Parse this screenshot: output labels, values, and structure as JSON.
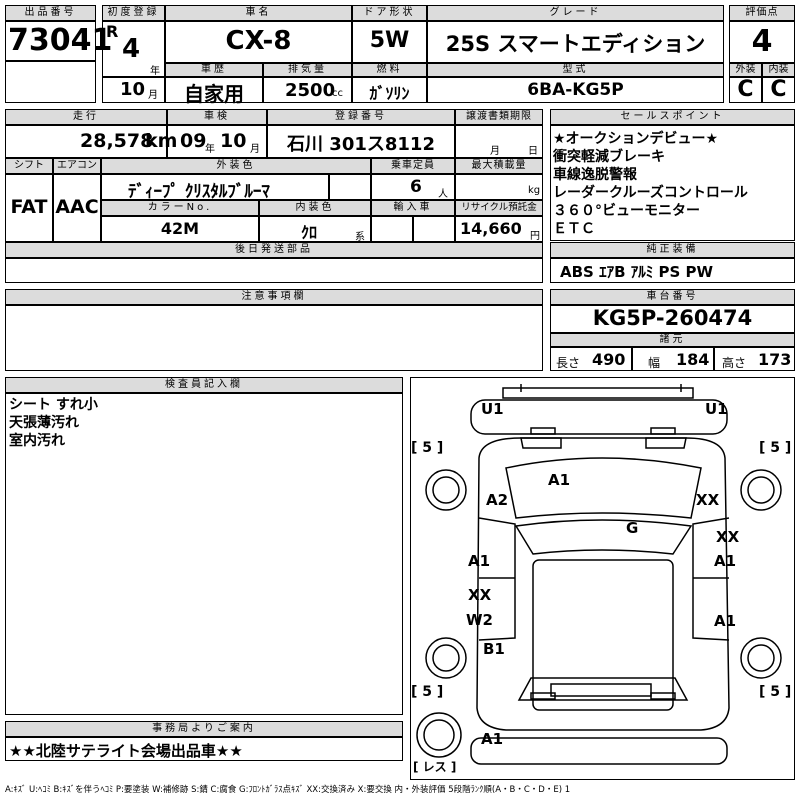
{
  "header": {
    "lot_label": "出品番号",
    "lot_number": "73041",
    "reg_label": "初度登録",
    "era": "R",
    "reg_year": "4",
    "year_unit": "年",
    "reg_month": "10",
    "month_unit": "月",
    "name_label": "車名",
    "car_name": "CX-8",
    "history_label": "車歴",
    "history": "自家用",
    "disp_label": "排気量",
    "displacement": "2500",
    "disp_unit": "cc",
    "door_label": "ドア形状",
    "door": "5W",
    "fuel_label": "燃料",
    "fuel": "ｶﾞｿﾘﾝ",
    "grade_label": "グレード",
    "grade": "25S スマートエディション",
    "model_label": "型式",
    "model": "6BA-KG5P",
    "score_label": "評価点",
    "score": "4",
    "ext_label": "外装",
    "ext": "C",
    "int_label": "内装",
    "int": "C"
  },
  "row2": {
    "mileage_label": "走行",
    "mileage": "28,578",
    "mileage_unit": "km",
    "inspect_label": "車検",
    "inspect_year": "09",
    "inspect_month": "10",
    "plate_label": "登録番号",
    "plate": "石川 301ス8112",
    "transfer_label": "譲渡書類期限",
    "transfer_month": "月",
    "transfer_day": "日",
    "shift_label": "シフト",
    "shift": "FAT",
    "ac_label": "エアコン",
    "ac": "AAC",
    "color_label": "外装色",
    "color": "ﾃﾞｨｰﾌﾟ ｸﾘｽﾀﾙﾌﾞﾙｰﾏ",
    "capacity_label": "乗車定員",
    "capacity": "6",
    "capacity_unit": "人",
    "load_label": "最大積載量",
    "load_unit": "kg",
    "colorno_label": "カラーNo.",
    "colorno": "42M",
    "interior_label": "内装色",
    "interior": "ｸﾛ",
    "interior_unit": "系",
    "import_label": "輸入車",
    "recycle_label": "リサイクル預託金",
    "recycle": "14,660",
    "recycle_unit": "円",
    "later_label": "後日発送部品"
  },
  "sales": {
    "label": "セールスポイント",
    "lines": [
      "★オークションデビュー★",
      "衝突軽減ブレーキ",
      "車線逸脱警報",
      "レーダークルーズコントロール",
      "３６０°ビューモニター",
      "ＥＴＣ"
    ]
  },
  "equipment": {
    "label": "純正装備",
    "items": "ABS ｴｱB ｱﾙﾐ PS PW"
  },
  "notes": {
    "label": "注意事項欄"
  },
  "chassis": {
    "label": "車台番号",
    "number": "KG5P-260474",
    "spec_label": "諸元",
    "length_label": "長さ",
    "length": "490",
    "width_label": "幅",
    "width": "184",
    "height_label": "高さ",
    "height": "173"
  },
  "inspector": {
    "label": "検査員記入欄",
    "lines": [
      "シート すれ小",
      "天張薄汚れ",
      "室内汚れ"
    ]
  },
  "diagram": {
    "marks": {
      "u1_left": "U1",
      "u1_right": "U1",
      "a1_hood": "A1",
      "a2_left": "A2",
      "xx_right": "XX",
      "g_glass": "G",
      "xx_door_r": "XX",
      "a1_door_r": "A1",
      "a1_door_l": "A1",
      "xx_door_l": "XX",
      "w2_door_l": "W2",
      "a1_rdoor_r": "A1",
      "b1_left": "B1",
      "a1_bottom": "A1"
    },
    "tires": {
      "fl": "5",
      "fr": "5",
      "rl": "5",
      "rr": "5"
    },
    "spare": "レス"
  },
  "office": {
    "label": "事務局よりご案内",
    "text": "★★北陸サテライト会場出品車★★"
  },
  "legend": "A:ｷｽﾞ U:ﾍｺﾐ B:ｷｽﾞを伴うﾍｺﾐ P:要塗装 W:補修跡 S:錆 C:腐食 G:ﾌﾛﾝﾄｶﾞﾗｽ点ｷｽﾞ XX:交換済み X:要交換 内・外装評価 5段階ﾗﾝｸ順(A・B・C・D・E) 1"
}
